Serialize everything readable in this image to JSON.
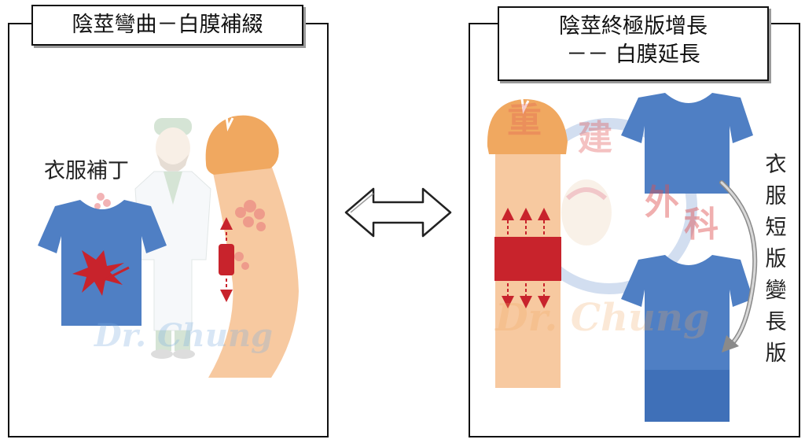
{
  "left_panel": {
    "title": "陰莖彎曲－白膜補綴",
    "patch_label": "衣服補丁"
  },
  "right_panel": {
    "title_line1": "陰莖終極版增長",
    "title_line2": "－－ 白膜延長",
    "side_label": "衣服短版變長版"
  },
  "watermark": {
    "chinese": [
      "重",
      "建",
      "外",
      "科"
    ],
    "signature": "Dr. Chung"
  },
  "colors": {
    "shirt_blue": "#4f7fc4",
    "patch_red": "#c8232c",
    "skin": "#f7c9a0",
    "glans": "#f0a860",
    "outline": "#111111"
  }
}
